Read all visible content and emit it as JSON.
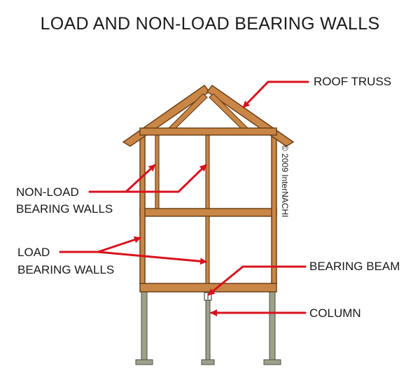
{
  "title": "LOAD AND NON-LOAD BEARING WALLS",
  "labels": {
    "roof_truss": "ROOF TRUSS",
    "non_load_line1": "NON-LOAD",
    "non_load_line2": "BEARING WALLS",
    "load_line1": "LOAD",
    "load_line2": "BEARING WALLS",
    "bearing_beam": "BEARING BEAM",
    "column": "COLUMN"
  },
  "copyright": "© 2009 InterNACHI",
  "colors": {
    "wood_fill": "#c98646",
    "wood_edge": "#6e4218",
    "foundation_fill": "#9ea08a",
    "foundation_edge": "#4f5146",
    "arrow": "#d8121d",
    "text": "#1a1a1a"
  }
}
